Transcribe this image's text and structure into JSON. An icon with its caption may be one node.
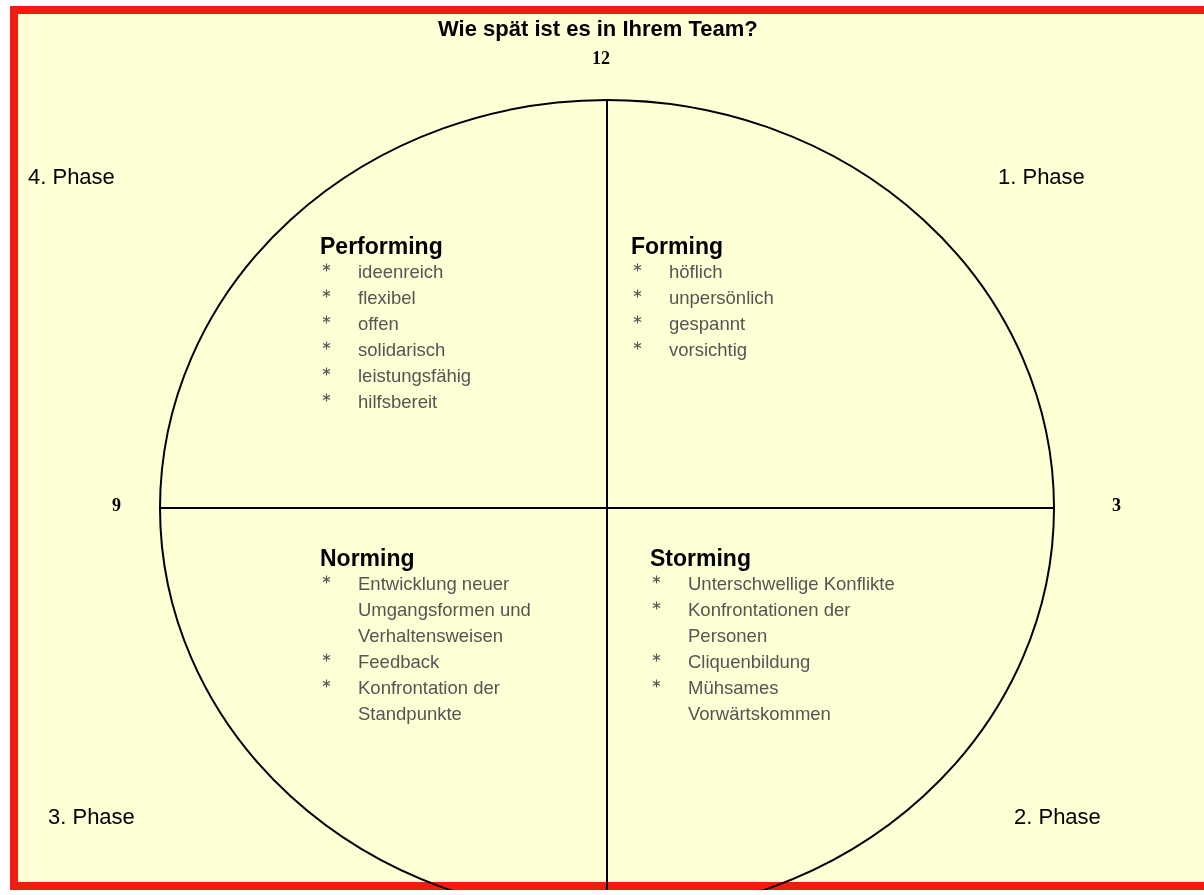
{
  "diagram": {
    "title": "Wie spät ist es in Ihrem Team?",
    "nodes": [
      {
        "text": [
          "Performing",
          "ideenreich",
          "flexibel",
          "offen",
          "solidarisch",
          "leistungsfähig",
          "hilfsbereit"
        ]
      },
      {
        "text": [
          "Forming",
          "höflich",
          "unpersönlich",
          "gespannt",
          "vorsichtig"
        ]
      },
      {
        "text": [
          "Norming",
          "Entwicklung neuer Umgangsformen und Verhaltensweisen",
          "Feedback",
          "Konfrontation der Standpunkte"
        ]
      },
      {
        "text": [
          "Storming",
          "Unterschwellige Konflikte",
          "Konfrontationen der Personen",
          "Cliquenbildung",
          "Mühsames Vorwärtskommen"
        ]
      }
    ],
    "labels": [
      "12",
      "4. Phase",
      "1. Phase",
      "9",
      "3",
      "3. Phase",
      "2. Phase"
    ]
  }
}
